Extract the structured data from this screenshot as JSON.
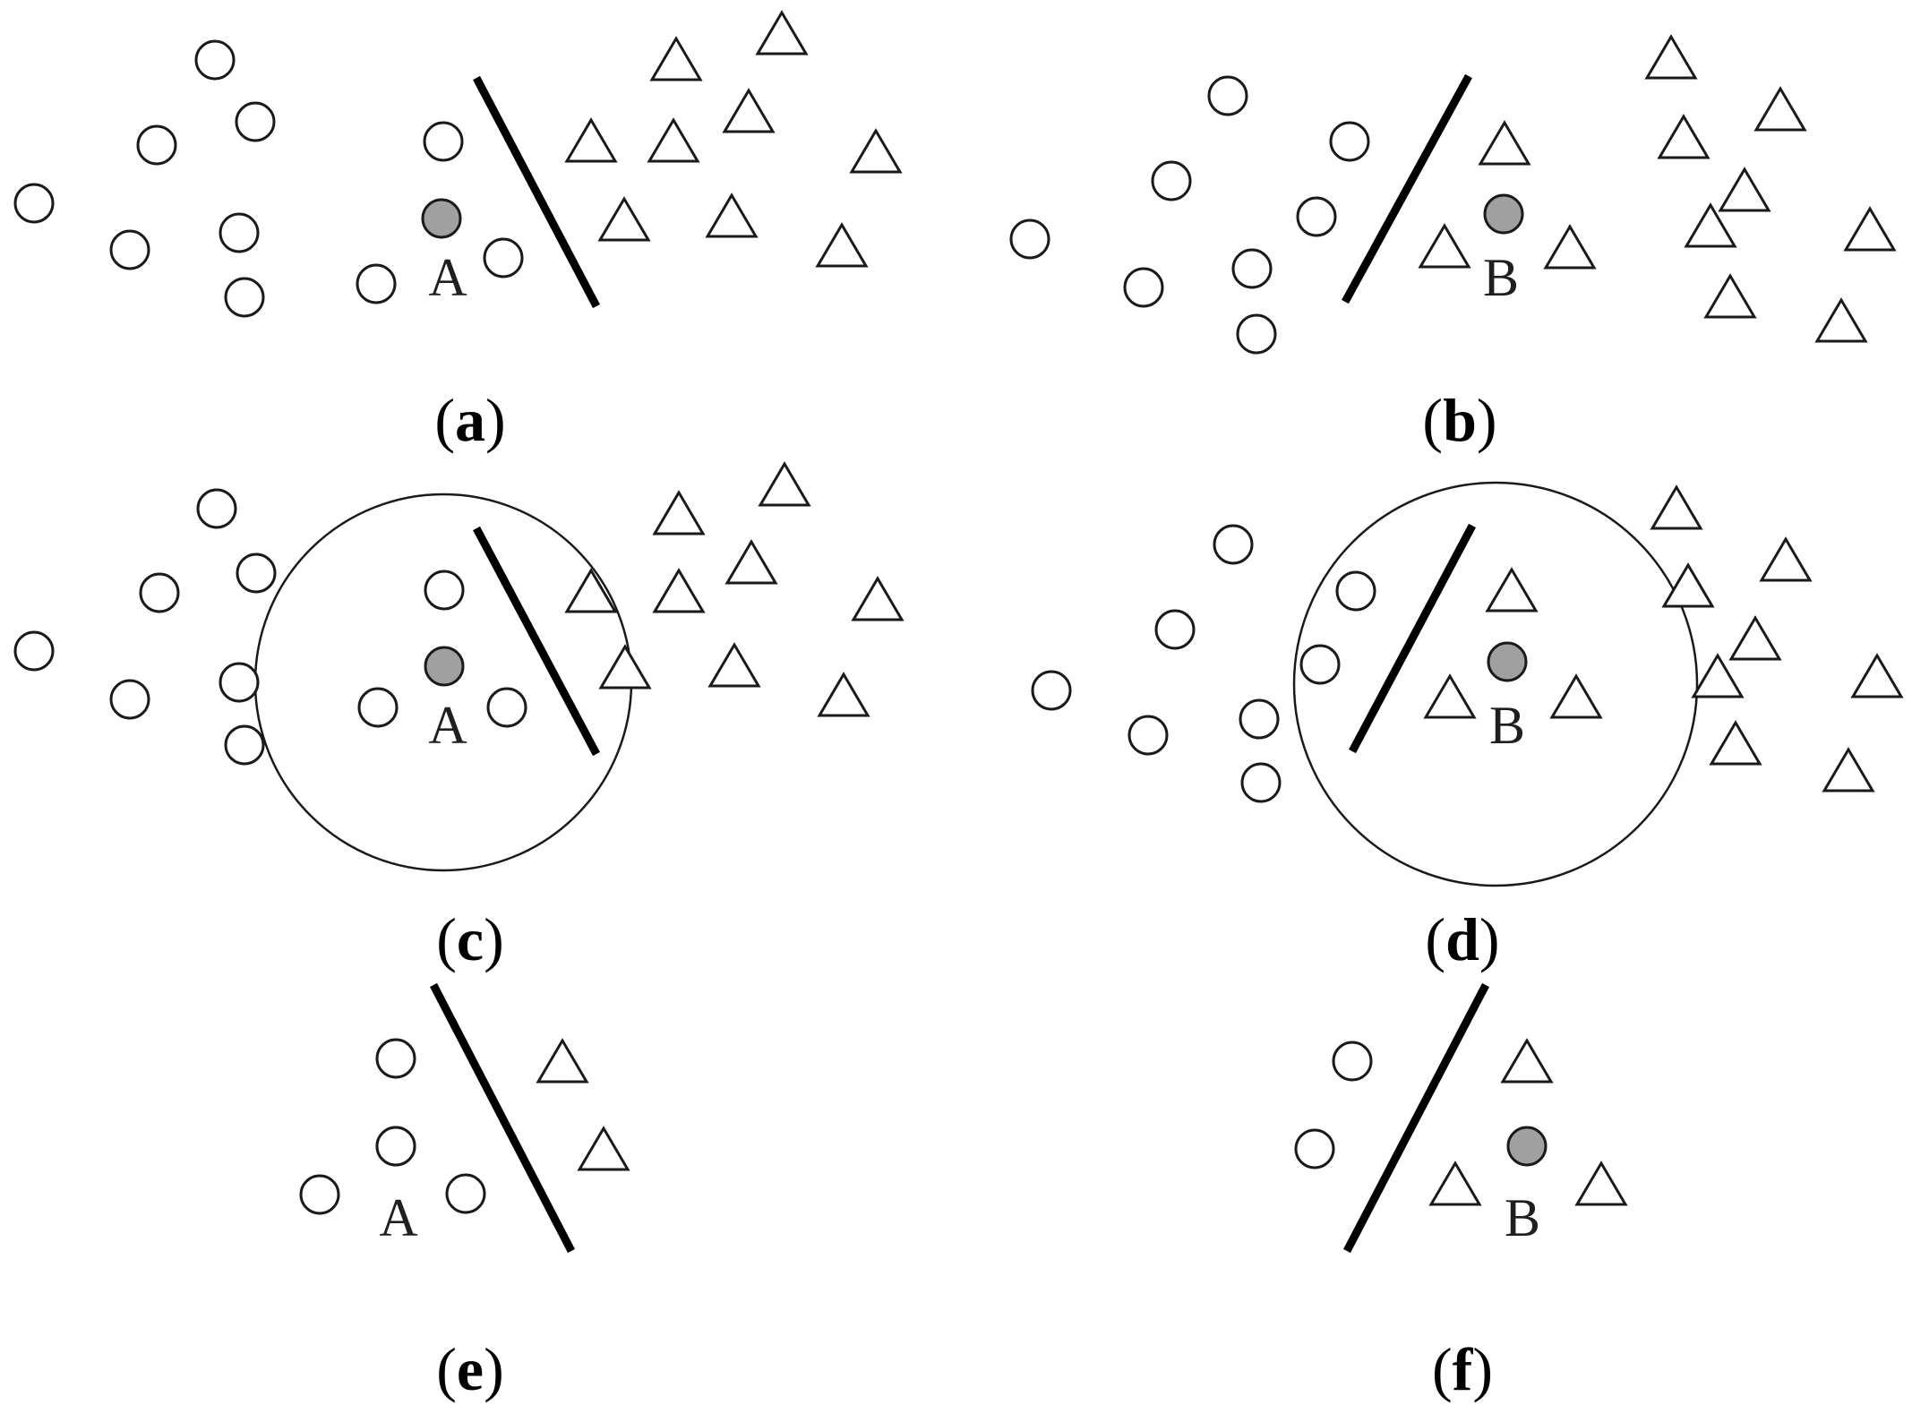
{
  "colors": {
    "background": "#ffffff",
    "stroke": "#1a1a1a",
    "query_point_fill": "#a0a0a0",
    "label_text": "#1f1f1f"
  },
  "panels": [
    {
      "id": "a",
      "caption": {
        "open": "(",
        "letter": "a",
        "close": ")"
      },
      "query_point_label": "A",
      "shows_neighborhood_circle": false
    },
    {
      "id": "b",
      "caption": {
        "open": "(",
        "letter": "b",
        "close": ")"
      },
      "query_point_label": "B",
      "shows_neighborhood_circle": false
    },
    {
      "id": "c",
      "caption": {
        "open": "(",
        "letter": "c",
        "close": ")"
      },
      "query_point_label": "A",
      "shows_neighborhood_circle": true
    },
    {
      "id": "d",
      "caption": {
        "open": "(",
        "letter": "d",
        "close": ")"
      },
      "query_point_label": "B",
      "shows_neighborhood_circle": true
    },
    {
      "id": "e",
      "caption": {
        "open": "(",
        "letter": "e",
        "close": ")"
      },
      "query_point_label": "A",
      "shows_neighborhood_circle": false
    },
    {
      "id": "f",
      "caption": {
        "open": "(",
        "letter": "f",
        "close": ")"
      },
      "query_point_label": "B",
      "shows_neighborhood_circle": false
    }
  ]
}
